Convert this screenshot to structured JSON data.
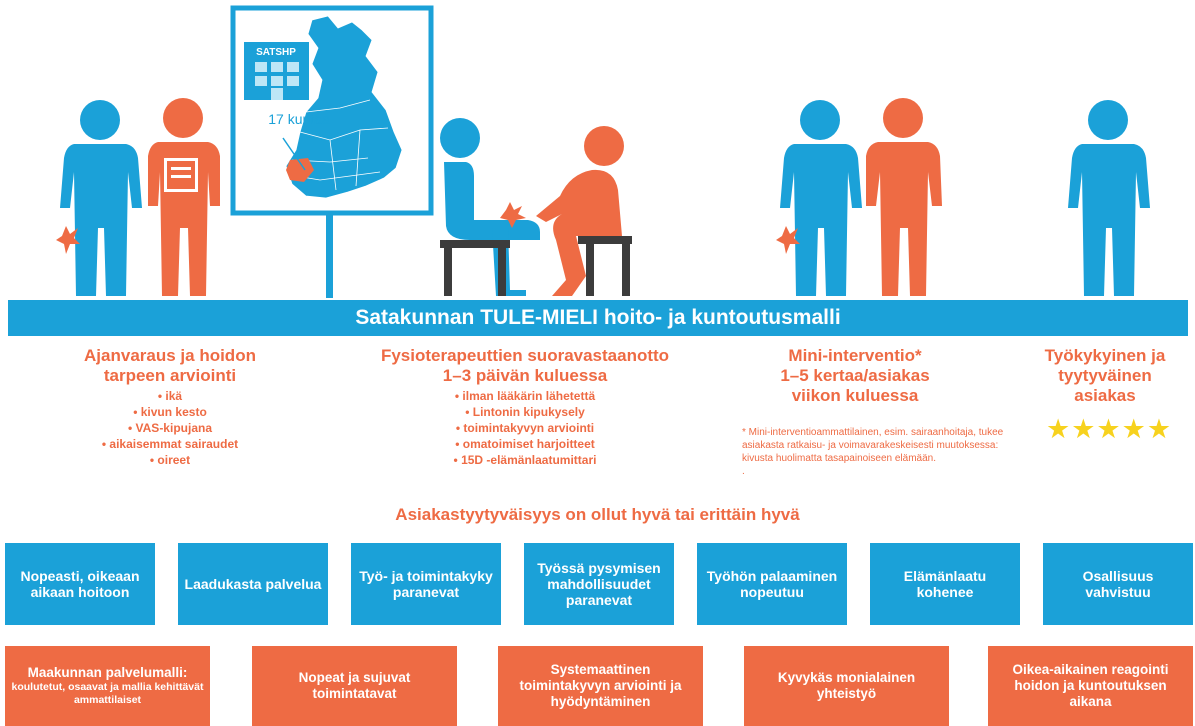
{
  "illustration": {
    "building_label": "SATSHP",
    "map_label": "17 kuntaa"
  },
  "banner": "Satakunnan TULE-MIELI hoito- ja kuntoutusmalli",
  "columns": [
    {
      "title_lines": [
        "Ajanvaraus ja hoidon",
        "tarpeen arviointi"
      ],
      "items": [
        "ikä",
        "kivun kesto",
        "VAS-kipujana",
        "aikaisemmat sairaudet",
        "oireet"
      ]
    },
    {
      "title_lines": [
        "Fysioterapeuttien suoravastaanotto",
        "1–3 päivän kuluessa"
      ],
      "items": [
        "ilman lääkärin lähetettä",
        "Lintonin kipukysely",
        "toimintakyvyn arviointi",
        "omatoimiset harjoitteet",
        "15D -elämänlaatumittari"
      ]
    },
    {
      "title_lines": [
        "Mini-interventio*",
        "1–5 kertaa/asiakas",
        "viikon kuluessa"
      ],
      "items": []
    },
    {
      "title_lines": [
        "Työkykyinen ja",
        "tyytyväinen",
        "asiakas"
      ],
      "items": []
    }
  ],
  "note": "* Mini-interventioammattilainen, esim. sairaanhoitaja, tukee asiakasta ratkaisu- ja voimavarakeskeisesti muutoksessa: kivusta huolimatta tasapainoiseen elämään.",
  "note_dot": ".",
  "stars": "★★★★★",
  "satisfaction": "Asiakastyytyväisyys on ollut hyvä tai erittäin hyvä",
  "outcomes": [
    "Nopeasti, oikeaan aikaan hoitoon",
    "Laadukasta palvelua",
    "Työ- ja toimintakyky paranevat",
    "Työssä pysymisen mahdollisuudet paranevat",
    "Työhön palaaminen nopeutuu",
    "Elämänlaatu kohenee",
    "Osallisuus vahvistuu"
  ],
  "enablers": [
    {
      "title": "Maakunnan palvelumalli:",
      "sub": "koulutetut, osaavat ja mallia kehittävät ammattilaiset"
    },
    {
      "title": "Nopeat ja sujuvat toimintatavat",
      "sub": ""
    },
    {
      "title": "Systemaattinen toimintakyvyn arviointi ja hyödyntäminen",
      "sub": ""
    },
    {
      "title": "Kyvykäs monialainen yhteistyö",
      "sub": ""
    },
    {
      "title": "Oikea-aikainen reagointi hoidon ja kuntoutuksen aikana",
      "sub": ""
    }
  ],
  "colors": {
    "blue": "#1ba1d8",
    "orange": "#ee6b44",
    "dark": "#3c3c3c",
    "star": "#f7d21e"
  }
}
